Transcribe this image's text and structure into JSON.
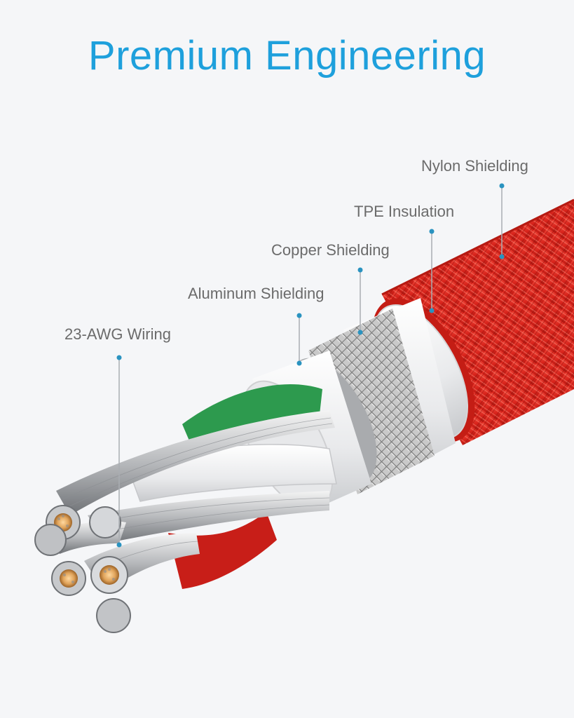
{
  "title": "Premium Engineering",
  "accent_color": "#1ea0dc",
  "callout_dot_color": "#2a93c0",
  "cable_color": "#d8241c",
  "labels": {
    "nylon": "Nylon Shielding",
    "tpe": "TPE Insulation",
    "copper": "Copper Shielding",
    "aluminum": "Aluminum Shielding",
    "wiring": "23-AWG Wiring"
  }
}
